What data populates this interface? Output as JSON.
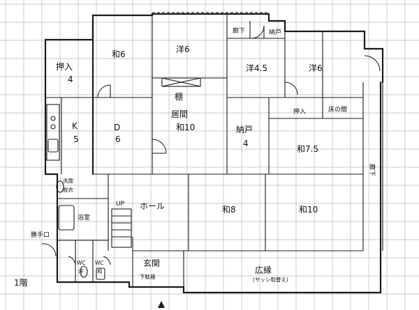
{
  "labels": {
    "oshiire_4": "押入",
    "oshiire_4_num": "4",
    "wa6": "和6",
    "yo6_mid": "洋6",
    "rouka_top": "廊下",
    "nando_top": "納戸",
    "yo45": "洋4.5",
    "yo6_right": "洋6",
    "k": "K",
    "k_num": "5",
    "d": "D",
    "d_num": "6",
    "tana": "棚",
    "ima": "居間",
    "wa10": "和10",
    "nando4": "納戸",
    "nando4_num": "4",
    "oshiire_r": "押入",
    "toko": "床の間",
    "wa75": "和7.5",
    "rouka_right": "廊下",
    "senmen": "洗面",
    "senmen2": "脱衣",
    "furo": "浴室",
    "up": "UP",
    "hall": "ホール",
    "wa8": "和8",
    "wa10b": "和10",
    "katteguchi": "勝手口",
    "wc1": "WC",
    "wc1b": "洋",
    "wc2": "WC",
    "wc2b": "和",
    "genkan": "玄関",
    "getabako": "下駄箱",
    "engawa": "広縁",
    "engawa_note": "(サッシ取替え)",
    "floor": "1階"
  }
}
